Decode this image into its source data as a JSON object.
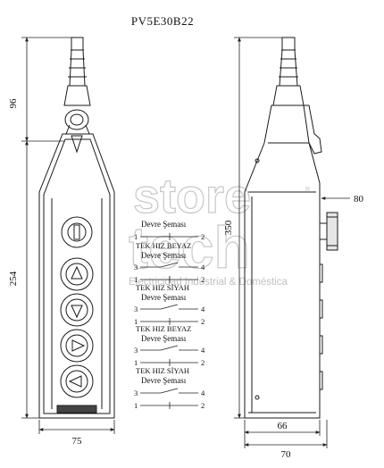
{
  "title": "PV5E30B22",
  "dimensions": {
    "front_top": "96",
    "front_body": "254",
    "front_width": "75",
    "side_height": "350",
    "side_button": "80",
    "side_depth": "66",
    "side_total": "70"
  },
  "circuits": [
    {
      "color_label": "",
      "schema_label": "Devre Şeması",
      "top_left": "1",
      "top_right": "2",
      "bottom_left": "",
      "bottom_right": ""
    },
    {
      "color_label": "TEK HIZ BEYAZ",
      "schema_label": "Devre Şeması",
      "top_left": "3",
      "top_right": "4",
      "bottom_left": "1",
      "bottom_right": "2"
    },
    {
      "color_label": "TEK HIZ SİYAH",
      "schema_label": "Devre Şeması",
      "top_left": "3",
      "top_right": "4",
      "bottom_left": "1",
      "bottom_right": "2"
    },
    {
      "color_label": "TEK HIZ BEYAZ",
      "schema_label": "Devre Şeması",
      "top_left": "3",
      "top_right": "4",
      "bottom_left": "1",
      "bottom_right": "2"
    },
    {
      "color_label": "TEK HIZ SİYAH",
      "schema_label": "Devre Şeması",
      "top_left": "3",
      "top_right": "4",
      "bottom_left": "1",
      "bottom_right": "2"
    }
  ],
  "watermark": {
    "line1": "store",
    "line2": "tech",
    "tagline": "Electricidad Industrial & Doméstica",
    "mark": "R"
  }
}
